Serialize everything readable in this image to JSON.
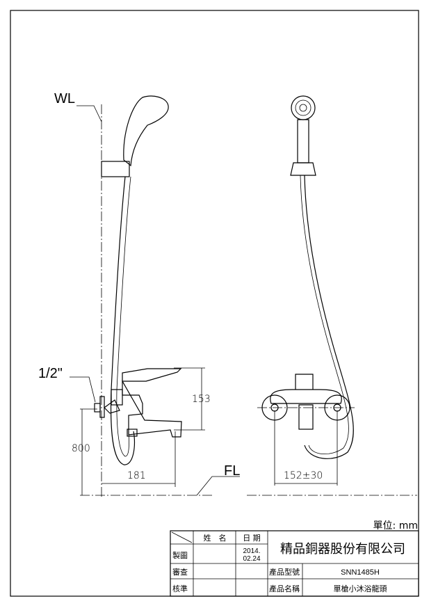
{
  "labels": {
    "wl": "WL",
    "fl": "FL",
    "thread": "1/2\"",
    "unit": "單位: mm"
  },
  "dimensions": {
    "height_spout": "153",
    "height_floor": "800",
    "depth": "181",
    "centers": "152±30"
  },
  "title_block": {
    "col_name": "姓　名",
    "col_date": "日 期",
    "row_drawn": "製圖",
    "row_checked": "審查",
    "row_approved": "核準",
    "date_line1": "2014.",
    "date_line2": "02.24",
    "company": "精品銅器股份有限公司",
    "model_label": "產品型號",
    "model_value": "SNN1485H",
    "name_label": "產品名稱",
    "name_value": "單槍小沐浴龍頭"
  }
}
